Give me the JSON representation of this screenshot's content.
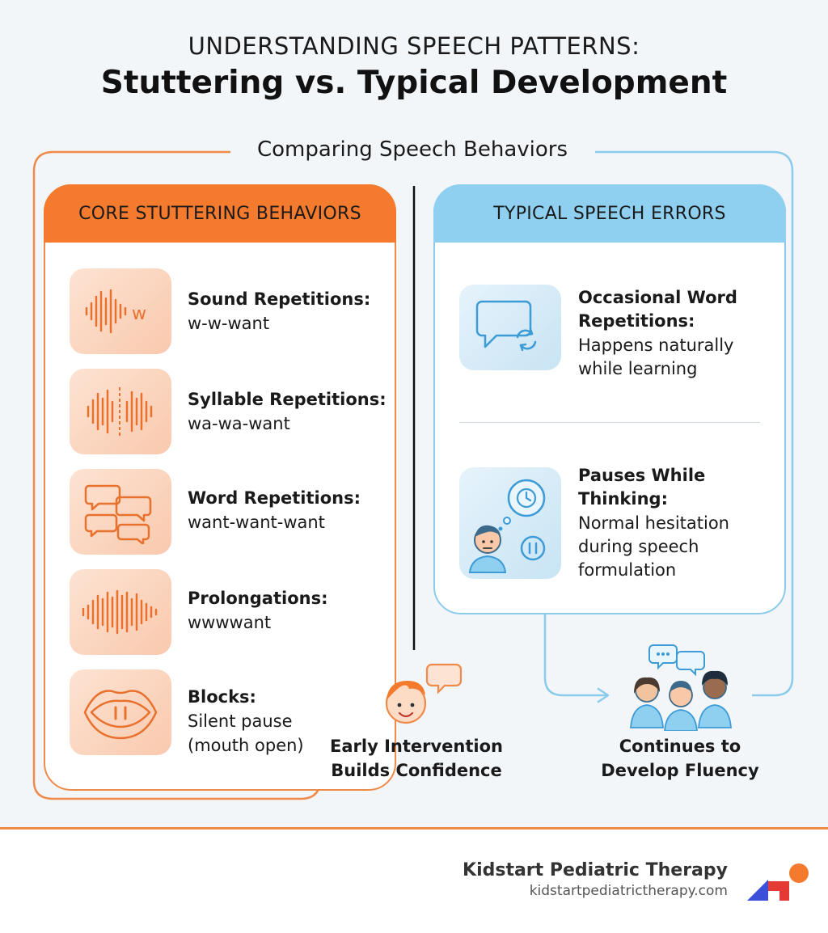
{
  "header": {
    "kicker": "UNDERSTANDING SPEECH PATTERNS:",
    "title": "Stuttering vs. Typical Development"
  },
  "compare_label": "Comparing Speech Behaviors",
  "left_panel": {
    "heading": "CORE STUTTERING BEHAVIORS",
    "items": [
      {
        "title": "Sound Repetitions:",
        "lines": [
          "w-w-want"
        ],
        "icon": "soundwave-w-icon"
      },
      {
        "title": "Syllable Repetitions:",
        "lines": [
          "wa-wa-want"
        ],
        "icon": "soundwave-split-icon"
      },
      {
        "title": "Word Repetitions:",
        "lines": [
          "want-want-want"
        ],
        "icon": "speech-bubbles-icon"
      },
      {
        "title": "Prolongations:",
        "lines": [
          "wwwwant"
        ],
        "icon": "soundwave-long-icon"
      },
      {
        "title": "Blocks:",
        "lines": [
          "Silent pause",
          "(mouth open)"
        ],
        "icon": "mouth-pause-icon"
      }
    ],
    "accent": "#f47a2e"
  },
  "right_panel": {
    "heading": "TYPICAL SPEECH ERRORS",
    "items": [
      {
        "title_lines": [
          "Occasional Word",
          "Repetitions:"
        ],
        "desc_lines": [
          "Happens naturally",
          "while learning"
        ],
        "icon": "chat-repeat-icon"
      },
      {
        "title_lines": [
          "Pauses While",
          "Thinking:"
        ],
        "desc_lines": [
          "Normal hesitation",
          "during speech",
          "formulation"
        ],
        "icon": "thinking-child-icon"
      }
    ],
    "accent": "#8fd0f1"
  },
  "outcomes": {
    "left": [
      "Early Intervention",
      "Builds Confidence"
    ],
    "right": [
      "Continues to",
      "Develop Fluency"
    ]
  },
  "footer": {
    "brand": "Kidstart Pediatric Therapy",
    "url": "kidstartpediatrictherapy.com"
  }
}
